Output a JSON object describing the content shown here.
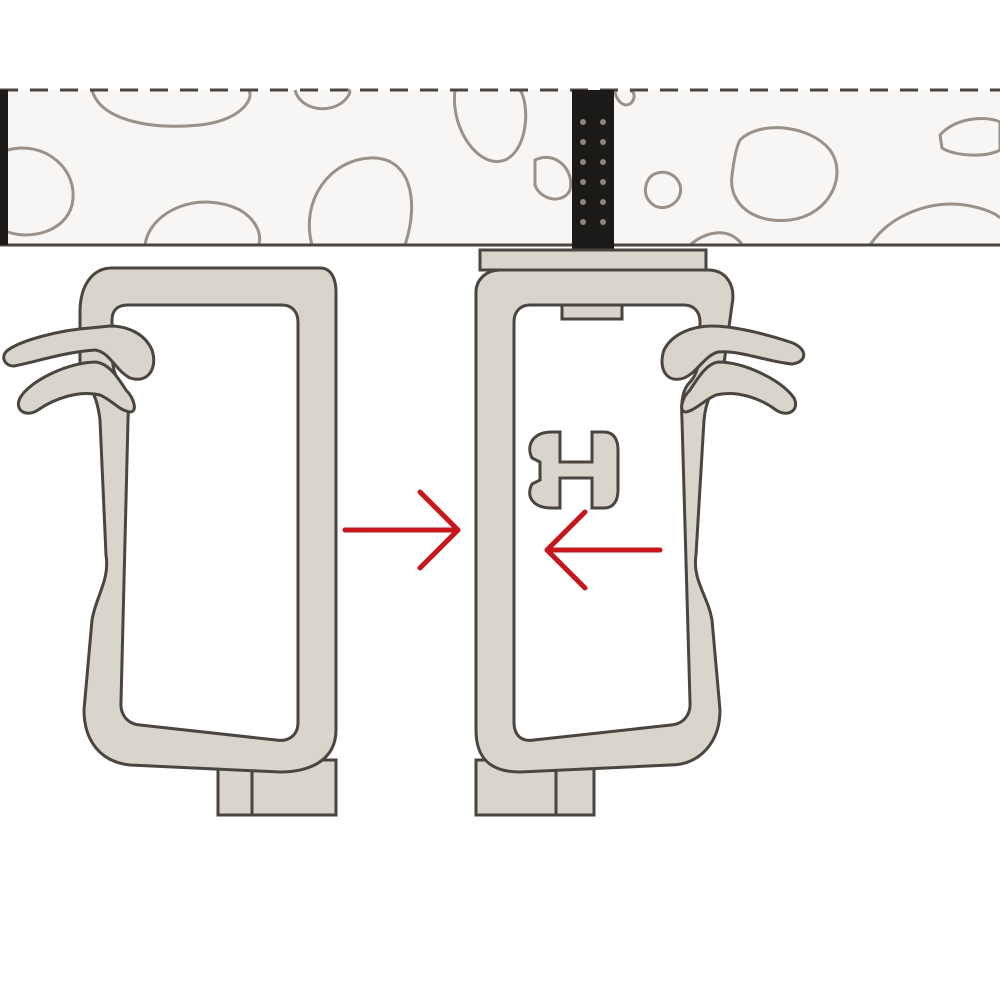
{
  "diagram": {
    "description_visible_text": "",
    "elements": {
      "wall": "concrete-slab",
      "joint": "expansion-joint",
      "left_clip": "cable-tray-clip-left",
      "right_clip": "cable-tray-clip-right",
      "connector": "h-connector",
      "arrows": [
        "push-right-arrow",
        "push-left-arrow"
      ]
    },
    "colors": {
      "slab_fill": "#f7f6f4",
      "outline": "#4a4540",
      "aggregate_stroke": "#9a928a",
      "clip_fill": "#d9d4cc",
      "joint_fill": "#1c1a18",
      "arrow_red": "#c8161d",
      "background": "#ffffff"
    }
  }
}
